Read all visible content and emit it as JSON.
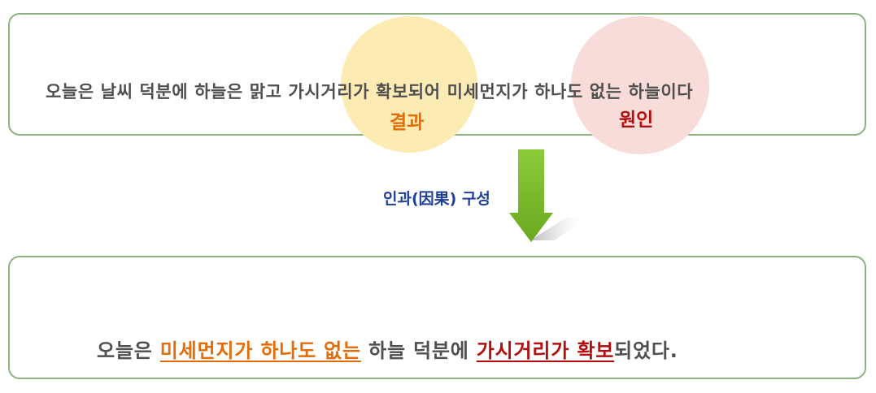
{
  "colors": {
    "border": "#8db27f",
    "result": "#e36c09",
    "cause": "#b10f0f",
    "text": "#4f4f4f",
    "relation": "#1f3f9a",
    "arrow": "#7fc02f",
    "result_circle": "#fdebb4",
    "cause_circle": "#f7dcd9"
  },
  "top": {
    "sentence": "오늘은 날씨 덕분에 하늘은 맑고 가시거리가 확보되어 미세먼지가 하나도 없는 하늘이다",
    "result_label": "결과",
    "cause_label": "원인"
  },
  "relation": {
    "label": "인과(因果) 구성",
    "arrow_icon": "down-arrow-icon"
  },
  "bottom": {
    "part1": "오늘은 ",
    "cause_phrase": "미세먼지가 하나도 없는",
    "part2": " 하늘 덕분에 ",
    "result_phrase": "가시거리가 확보",
    "part3": "되었다."
  }
}
